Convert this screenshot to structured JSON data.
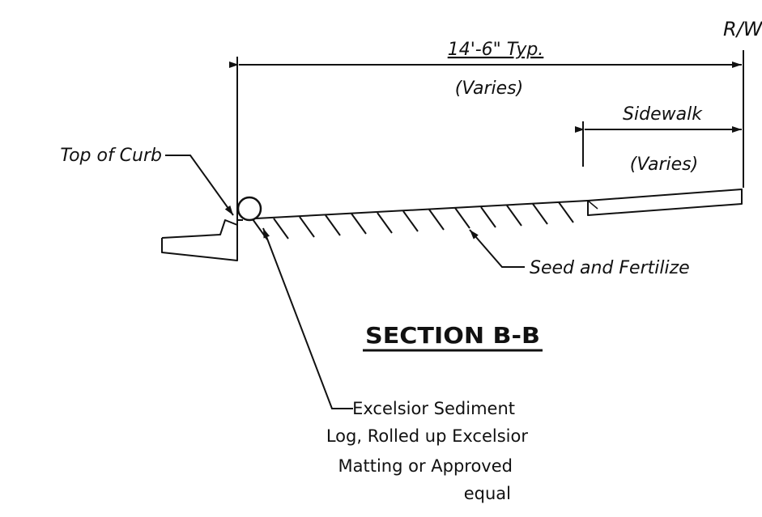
{
  "diagram": {
    "row_label": "R/W",
    "overall_width": "14'-6\" Typ.",
    "overall_varies": "(Varies)",
    "sidewalk_label": "Sidewalk",
    "sidewalk_varies": "(Varies)",
    "top_of_curb": "Top of Curb",
    "seed_note": "Seed and Fertilize",
    "section_title": "SECTION B-B",
    "log_note": [
      "Excelsior Sediment",
      "Log, Rolled up Excelsior",
      "Matting or Approved",
      "equal"
    ],
    "colors": {
      "ink": "#111111",
      "background": "#ffffff"
    }
  }
}
